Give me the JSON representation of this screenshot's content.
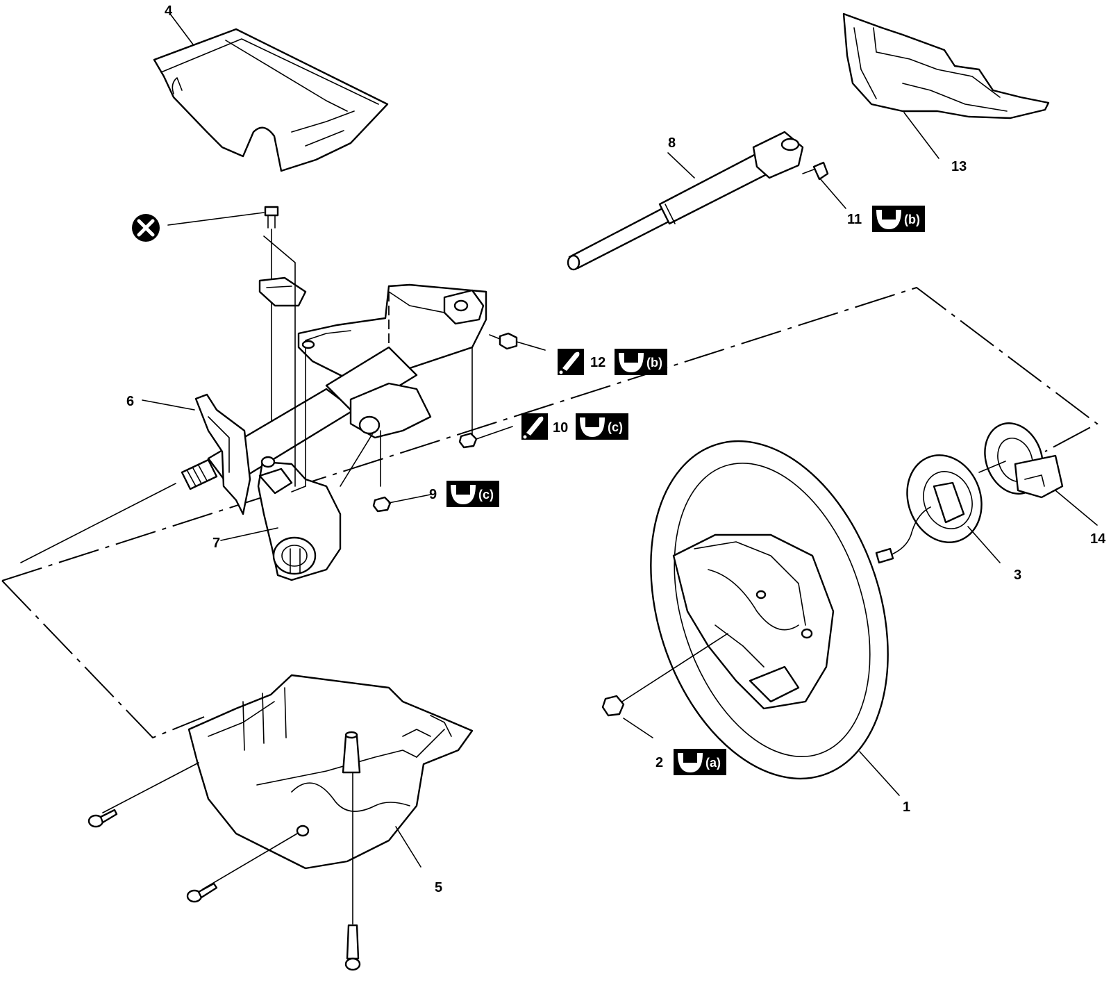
{
  "parts": {
    "p1": "1",
    "p2": "2",
    "p3": "3",
    "p4": "4",
    "p5": "5",
    "p6": "6",
    "p7": "7",
    "p8": "8",
    "p9": "9",
    "p10": "10",
    "p11": "11",
    "p12": "12",
    "p13": "13",
    "p14": "14"
  },
  "torque_refs": {
    "a": "(a)",
    "b": "(b)",
    "c": "(c)"
  },
  "symbols": {
    "do_not_reuse": "x-circle-icon",
    "torque": "wrench-icon",
    "lubricate": "grease-icon"
  },
  "colors": {
    "ink": "#000000",
    "paper": "#ffffff"
  }
}
